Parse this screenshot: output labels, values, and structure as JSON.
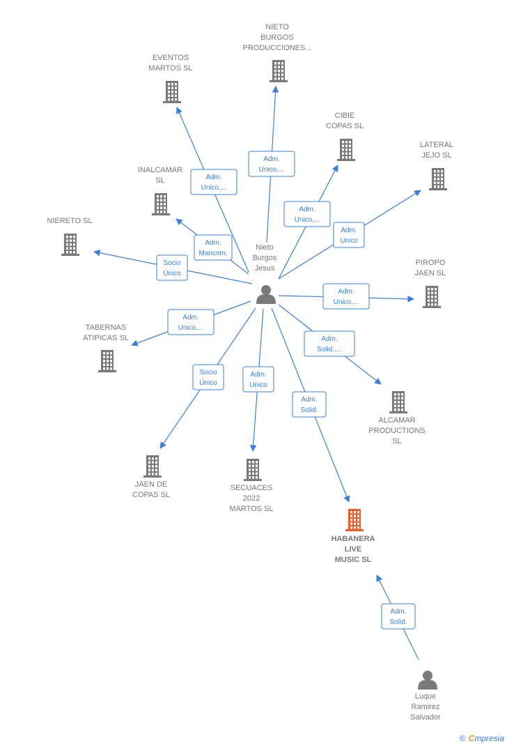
{
  "colors": {
    "edge": "#3a7fd8",
    "building": "#7a7a7a",
    "highlight": "#f05a28",
    "person": "#7a7a7a"
  },
  "nodes": [
    {
      "id": "nieto",
      "type": "person",
      "label": [
        "Nieto",
        "Burgos",
        "Jesus"
      ]
    },
    {
      "id": "luque",
      "type": "person",
      "label": [
        "Luque",
        "Ramirez",
        "Salvador"
      ]
    },
    {
      "id": "nieto_burgos_prod",
      "type": "company",
      "label": [
        "NIETO",
        "BURGOS",
        "PRODUCCIONES..."
      ]
    },
    {
      "id": "eventos",
      "type": "company",
      "label": [
        "EVENTOS",
        "MARTOS  SL"
      ]
    },
    {
      "id": "cibie",
      "type": "company",
      "label": [
        "CIBIE",
        "COPAS  SL"
      ]
    },
    {
      "id": "lateral",
      "type": "company",
      "label": [
        "LATERAL",
        "JEJO  SL"
      ]
    },
    {
      "id": "inalcamar",
      "type": "company",
      "label": [
        "INALCAMAR",
        "SL"
      ]
    },
    {
      "id": "niereto",
      "type": "company",
      "label": [
        "NIERETO  SL"
      ]
    },
    {
      "id": "piropo",
      "type": "company",
      "label": [
        "PIROPO",
        "JAEN  SL"
      ]
    },
    {
      "id": "tabernas",
      "type": "company",
      "label": [
        "TABERNAS",
        "ATIPICAS  SL"
      ]
    },
    {
      "id": "alcamar",
      "type": "company",
      "label": [
        "ALCAMAR",
        "PRODUCTIONS",
        "SL"
      ]
    },
    {
      "id": "jaen",
      "type": "company",
      "label": [
        "JAEN DE",
        "COPAS  SL"
      ]
    },
    {
      "id": "secuaces",
      "type": "company",
      "label": [
        "SECUACES",
        "2022",
        "MARTOS  SL"
      ]
    },
    {
      "id": "habanera",
      "type": "company",
      "highlight": true,
      "label": [
        "HABANERA",
        "LIVE",
        "MUSIC  SL"
      ]
    }
  ],
  "edges": [
    {
      "from": "nieto",
      "to": "nieto_burgos_prod",
      "label": [
        "Adm.",
        "Unico,..."
      ]
    },
    {
      "from": "nieto",
      "to": "eventos",
      "label": [
        "Adm.",
        "Unico,..."
      ]
    },
    {
      "from": "nieto",
      "to": "cibie",
      "label": [
        "Adm.",
        "Unico,..."
      ]
    },
    {
      "from": "nieto",
      "to": "lateral",
      "label": [
        "Adm.",
        "Unico"
      ]
    },
    {
      "from": "nieto",
      "to": "inalcamar",
      "label": [
        "Adm.",
        "Mancom."
      ]
    },
    {
      "from": "nieto",
      "to": "niereto",
      "label": [
        "Socio",
        "Único"
      ]
    },
    {
      "from": "nieto",
      "to": "piropo",
      "label": [
        "Adm.",
        "Unico,..."
      ]
    },
    {
      "from": "nieto",
      "to": "tabernas",
      "label": [
        "Adm.",
        "Unico,..."
      ]
    },
    {
      "from": "nieto",
      "to": "alcamar",
      "label": [
        "Adm.",
        "Solid.,..."
      ]
    },
    {
      "from": "nieto",
      "to": "jaen",
      "label": [
        "Socio",
        "Único"
      ]
    },
    {
      "from": "nieto",
      "to": "secuaces",
      "label": [
        "Adm.",
        "Unico"
      ]
    },
    {
      "from": "nieto",
      "to": "habanera",
      "label": [
        "Adm.",
        "Solid."
      ]
    },
    {
      "from": "luque",
      "to": "habanera",
      "label": [
        "Adm.",
        "Solid."
      ]
    }
  ],
  "footer": {
    "copyright": "©",
    "brand_first": "C",
    "brand_rest": "mpresia"
  }
}
